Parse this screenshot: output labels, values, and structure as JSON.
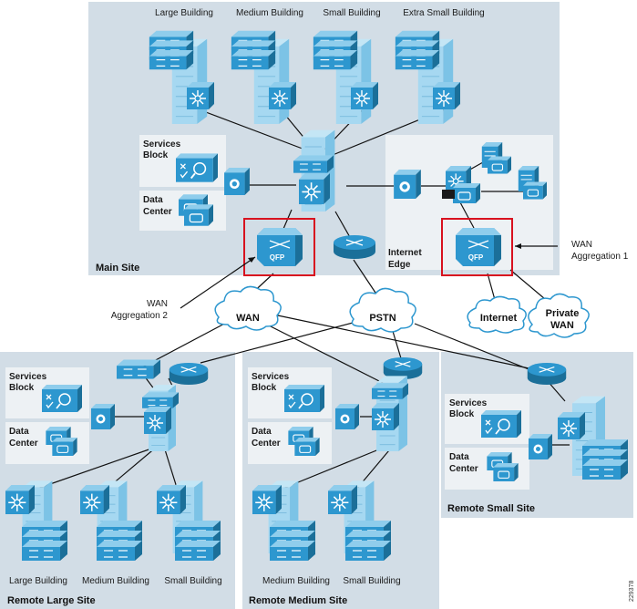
{
  "main_site": {
    "label": "Main Site",
    "buildings": [
      "Large Building",
      "Medium Building",
      "Small Building",
      "Extra Small Building"
    ],
    "services_block": [
      "Services",
      "Block"
    ],
    "data_center": [
      "Data",
      "Center"
    ],
    "internet_edge": [
      "Internet",
      "Edge"
    ]
  },
  "qfp_label": "QFP",
  "callouts": {
    "wan_agg_1": [
      "WAN",
      "Aggregation 1"
    ],
    "wan_agg_2": [
      "WAN",
      "Aggregation 2"
    ]
  },
  "clouds": {
    "wan": "WAN",
    "pstn": "PSTN",
    "internet": "Internet",
    "private_wan": [
      "Private",
      "WAN"
    ]
  },
  "remote_large": {
    "label": "Remote Large Site",
    "services_block": [
      "Services",
      "Block"
    ],
    "data_center": [
      "Data",
      "Center"
    ],
    "buildings": [
      "Large Building",
      "Medium Building",
      "Small Building"
    ]
  },
  "remote_medium": {
    "label": "Remote Medium Site",
    "services_block": [
      "Services",
      "Block"
    ],
    "data_center": [
      "Data",
      "Center"
    ],
    "buildings": [
      "Medium Building",
      "Small Building"
    ]
  },
  "remote_small": {
    "label": "Remote Small Site",
    "services_block": [
      "Services",
      "Block"
    ],
    "data_center": [
      "Data",
      "Center"
    ]
  },
  "figure_code": "229378",
  "colors": {
    "site_bg": "#d2dde6",
    "inner_bg": "#edf1f4",
    "device_blue": "#2d97cf",
    "highlight_red": "#d8121f"
  }
}
